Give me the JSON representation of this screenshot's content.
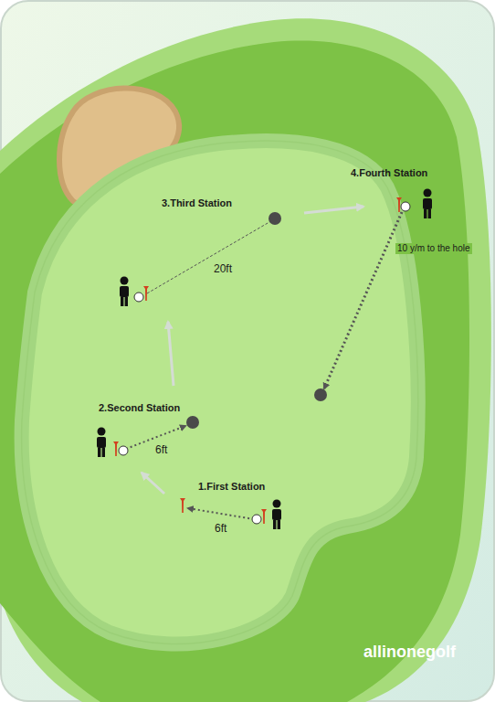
{
  "diagram": {
    "labels": [
      "4.Fourth Station",
      "3.Third Station",
      "20ft",
      "10 y/m to the hole",
      "2.Second Station",
      "6ft",
      "1.First Station",
      "6ft",
      "allinonegolf"
    ]
  }
}
